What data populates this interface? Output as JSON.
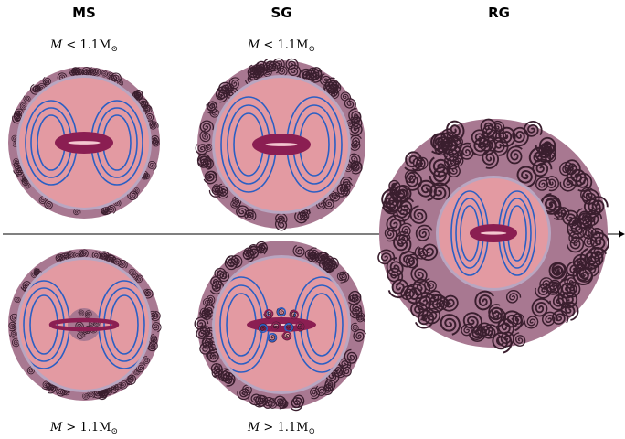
{
  "columns": {
    "ms": "MS",
    "sg": "SG",
    "rg": "RG"
  },
  "labels": {
    "ms_upper": {
      "sym": "M",
      "rel": "<",
      "val": "1.1M",
      "sub": "⊙"
    },
    "sg_upper": {
      "sym": "M",
      "rel": "<",
      "val": "1.1M",
      "sub": "⊙"
    },
    "ms_lower": {
      "sym": "M",
      "rel": ">",
      "val": "1.1M",
      "sub": "⊙"
    },
    "sg_lower": {
      "sym": "M",
      "rel": ">",
      "val": "1.1M",
      "sub": "⊙"
    }
  },
  "colors": {
    "envelope": "#a87891",
    "interface": "#b9a6c1",
    "interior": "#e39aa2",
    "field_line": "#2a5fc4",
    "torus": "#8b1e52",
    "spiral": "#3a1e2e",
    "axis": "#000000"
  },
  "icons": {
    "time_axis": "arrow-right-icon",
    "envelope_pattern": "spiral-icon"
  }
}
